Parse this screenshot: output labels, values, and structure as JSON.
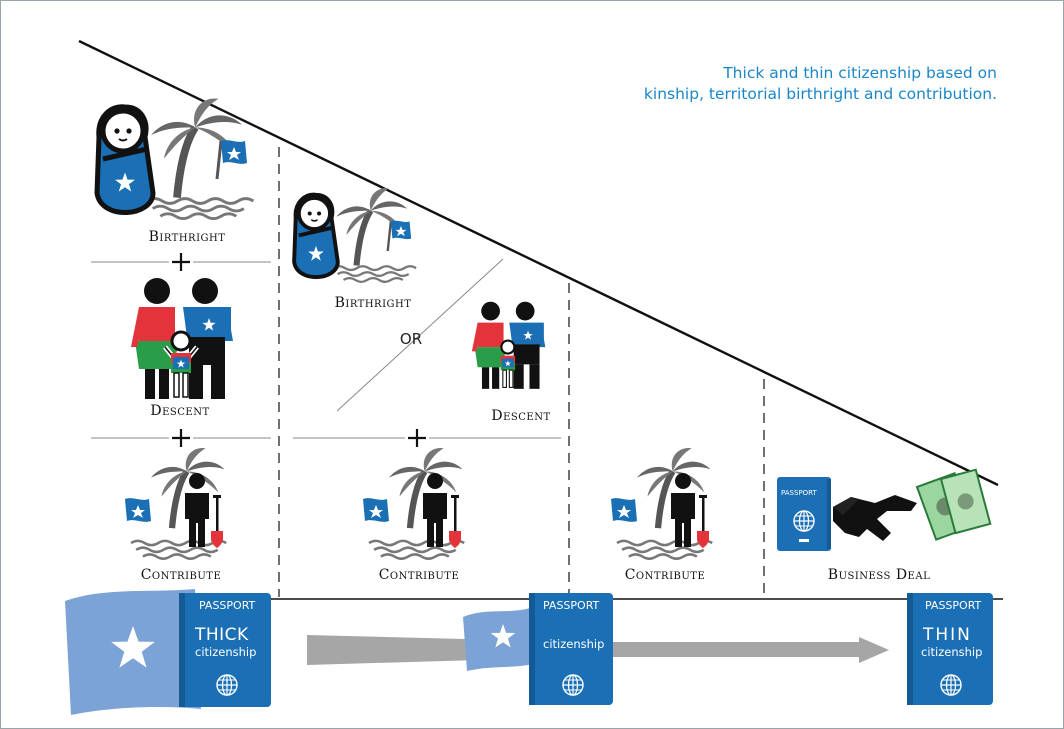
{
  "caption": {
    "line1": "Thick and thin citizenship based on",
    "line2": "kinship, territorial birthright and contribution."
  },
  "labels": {
    "birthright": "Birthright",
    "descent": "Descent",
    "contribute": "Contribute",
    "business_deal": "Business Deal",
    "or": "OR",
    "plus": "+"
  },
  "passports": {
    "header": "PASSPORT",
    "thick_big": "THICK",
    "sub": "citizenship",
    "thin_big": "THIN"
  },
  "colors": {
    "accent_blue": "#1a87c9",
    "passport_blue": "#1a6fb5",
    "flag_blue": "#7ba3d6",
    "red": "#e2343a",
    "green": "#2a9d48"
  }
}
